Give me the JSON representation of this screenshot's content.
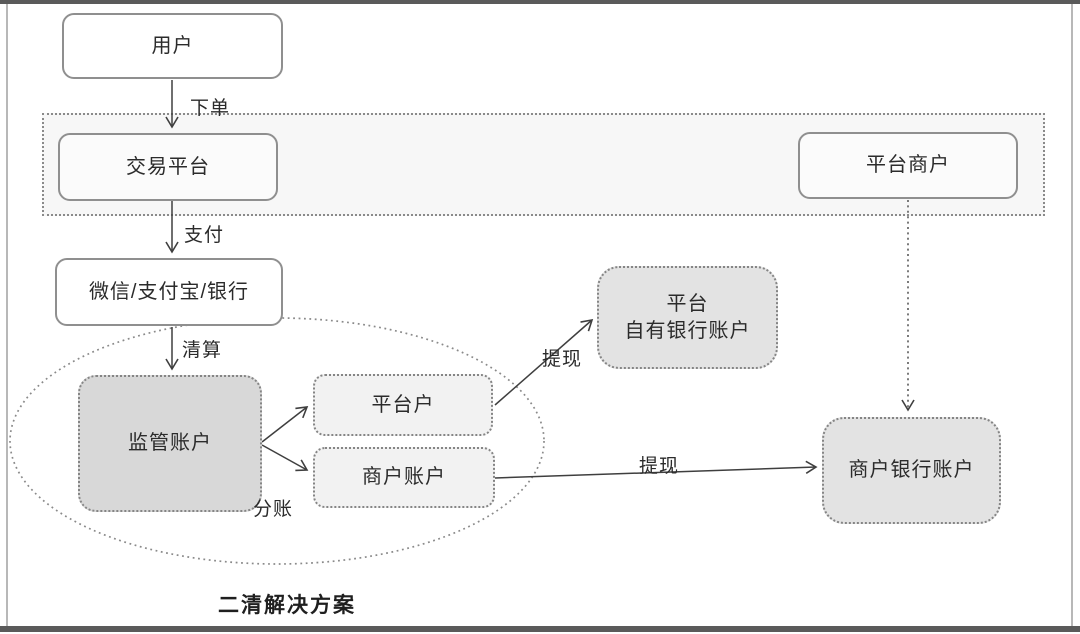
{
  "diagram": {
    "caption": "二清解决方案",
    "nodes": {
      "user": {
        "label": "用户"
      },
      "trading_platform": {
        "label": "交易平台"
      },
      "platform_merchant": {
        "label": "平台商户"
      },
      "payment_channels": {
        "label": "微信/支付宝/银行"
      },
      "supervision_account": {
        "label": "监管账户"
      },
      "platform_sub_account": {
        "label": "平台户"
      },
      "merchant_sub_account": {
        "label": "商户账户"
      },
      "platform_own_bank_account": {
        "label_line1": "平台",
        "label_line2": "自有银行账户"
      },
      "merchant_bank_account": {
        "label": "商户银行账户"
      }
    },
    "edges": {
      "user_to_trading_platform": {
        "label": "下单",
        "style": "solid-arrow"
      },
      "trading_platform_to_payment_channels": {
        "label": "支付",
        "style": "solid-arrow"
      },
      "payment_channels_to_supervision": {
        "label": "清算",
        "style": "solid-arrow"
      },
      "supervision_to_platform_sub": {
        "label": "",
        "style": "solid-arrow"
      },
      "supervision_to_merchant_sub": {
        "label": "",
        "style": "solid-arrow"
      },
      "supervision_split_label": {
        "label": "分账"
      },
      "platform_sub_to_platform_own_bank": {
        "label": "提现",
        "style": "solid-arrow"
      },
      "merchant_sub_to_merchant_bank": {
        "label": "提现",
        "style": "solid-arrow"
      },
      "platform_merchant_to_merchant_bank": {
        "label": "",
        "style": "dotted-arrow"
      }
    },
    "groups": {
      "platform_group": {
        "members": [
          "交易平台",
          "平台商户"
        ],
        "shape": "dotted-rectangle"
      },
      "solution_ellipse": {
        "members": [
          "监管账户",
          "平台户",
          "商户账户"
        ],
        "shape": "dotted-ellipse"
      }
    },
    "colors": {
      "frame_bar": "#5a5a5a",
      "frame_side": "#b8b8b8",
      "group_fill": "#f7f7f7",
      "node_border_solid": "#8f8f8f",
      "node_border_dotted": "#858585",
      "supervision_fill": "#d8d8d8",
      "bank_account_fill": "#e3e3e3",
      "sub_account_fill": "#f2f2f2",
      "wire": "#3f3f3f",
      "text": "#2b2b2b"
    }
  }
}
